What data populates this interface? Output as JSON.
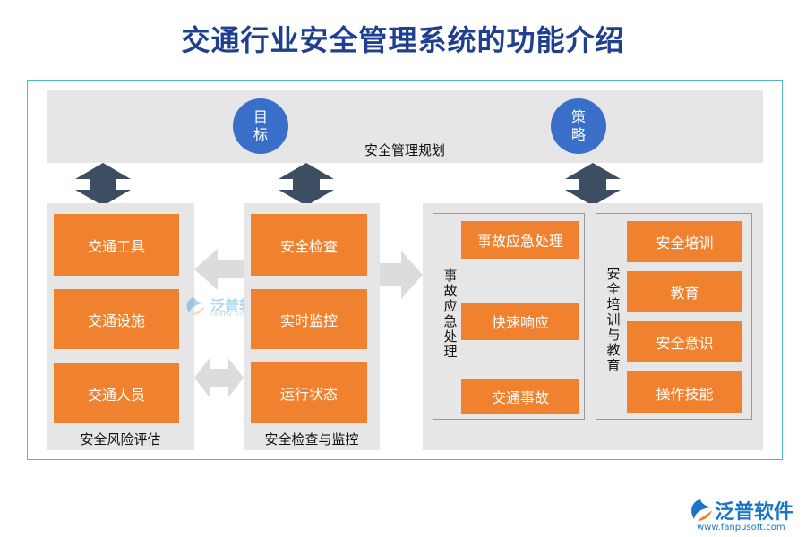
{
  "title": "交通行业安全管理系统的功能介绍",
  "top_band": {
    "label": "安全管理规划",
    "goal": {
      "l1": "目",
      "l2": "标"
    },
    "strategy": {
      "l1": "策",
      "l2": "略"
    }
  },
  "risk": {
    "label": "安全风险评估",
    "items": [
      "交通工具",
      "交通设施",
      "交通人员"
    ]
  },
  "inspection": {
    "label": "安全检查与监控",
    "items": [
      "安全检查",
      "实时监控",
      "运行状态"
    ]
  },
  "emergency": {
    "label": "事故应急处理",
    "items": [
      "事故应急处理",
      "快速响应",
      "交通事故"
    ]
  },
  "training": {
    "label": "安全培训与教育",
    "items": [
      "安全培训",
      "教育",
      "安全意识",
      "操作技能"
    ]
  },
  "watermark": {
    "name": "泛普软件",
    "sub": "FANPU SOFTWARE"
  },
  "brand": {
    "name": "泛普软件",
    "url": "www.fanpusoft.com"
  },
  "colors": {
    "box": "#f0822f",
    "circle": "#3a6fc9",
    "arrow": "#3d4e63",
    "panel": "#e6e6e6"
  }
}
